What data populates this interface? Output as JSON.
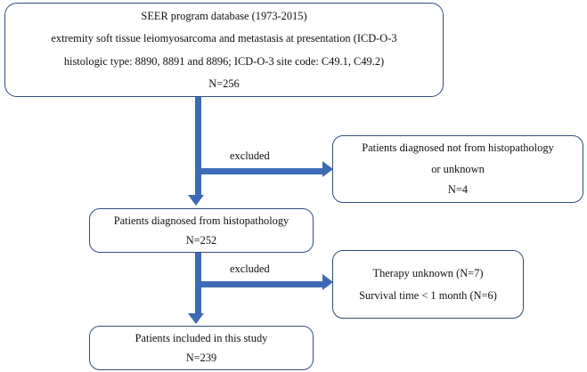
{
  "diagram": {
    "title": "SEER study patient selection flowchart",
    "accent_color": "#3c6ab4",
    "border_color": "#2f4f7f",
    "nodes": {
      "source": {
        "name": "source-cohort",
        "lines": [
          "SEER program database (1973-2015)",
          "extremity soft tissue leiomyosarcoma and metastasis at presentation (ICD-O-3",
          "histologic type: 8890, 8891 and 8896; ICD-O-3 site code: C49.1, C49.2)",
          "N=256"
        ]
      },
      "histopathology": {
        "name": "diagnosed-from-histopathology",
        "lines": [
          "Patients diagnosed from histopathology",
          "N=252"
        ]
      },
      "included": {
        "name": "patients-included",
        "lines": [
          "Patients included in this study",
          "N=239"
        ]
      },
      "excluded_1": {
        "name": "excluded-not-histopathology",
        "lines": [
          "Patients diagnosed not from histopathology",
          "or unknown",
          "N=4"
        ]
      },
      "excluded_2": {
        "name": "excluded-therapy-survival",
        "lines": [
          "Therapy unknown (N=7)",
          "Survival time <  1 month (N=6)"
        ]
      }
    },
    "edges": {
      "excluded_label_1": "excluded",
      "excluded_label_2": "excluded"
    }
  }
}
